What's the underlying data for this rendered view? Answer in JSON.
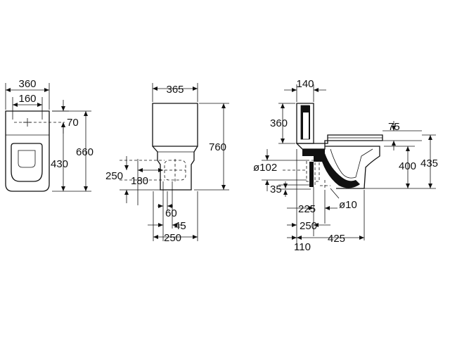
{
  "views": {
    "front": {
      "dims": {
        "width": "360",
        "bolt_spacing": "160",
        "hole_to_top": "70",
        "hole_height": "430",
        "overall_height": "660"
      }
    },
    "side": {
      "dims": {
        "tank_width": "365",
        "overall_height": "760",
        "outlet_height": "250",
        "outlet_offset": "180",
        "d60": "60",
        "d45": "45",
        "d250": "250"
      }
    },
    "profile": {
      "dims": {
        "tank_depth": "140",
        "tank_height": "360",
        "seat_overhang": "75",
        "dia_outlet": "ø102",
        "bowl_height": "400",
        "overall_height": "435",
        "d35": "35",
        "d225": "225",
        "dia_fix": "ø10",
        "d250": "250",
        "d110": "110",
        "d425": "425"
      }
    }
  }
}
